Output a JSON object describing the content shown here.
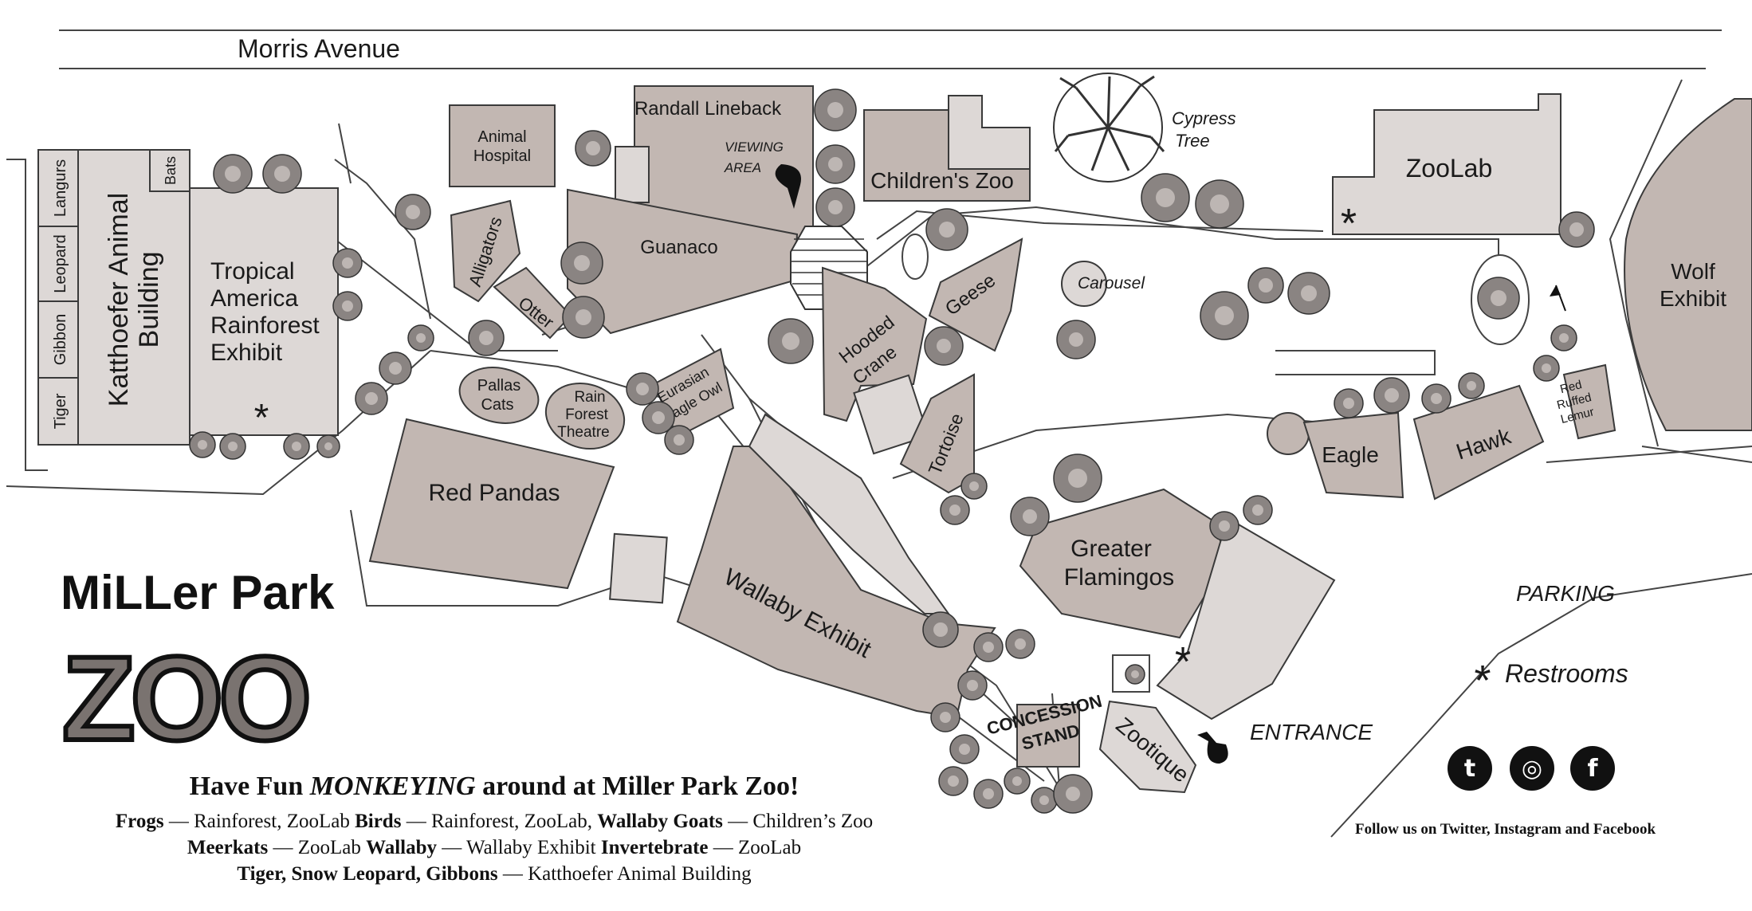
{
  "street": "Morris Avenue",
  "exhibits": {
    "langurs": "Langurs",
    "leopard": "Leopard",
    "gibbon": "Gibbon",
    "tiger": "Tiger",
    "bats": "Bats",
    "katthoefer": [
      "Katthoefer Animal",
      "Building"
    ],
    "tropical": [
      "Tropical",
      "America",
      "Rainforest",
      "Exhibit"
    ],
    "animal_hospital": [
      "Animal",
      "Hospital"
    ],
    "alligators": "Alligators",
    "otter": "Otter",
    "randall": "Randall Lineback",
    "viewing_area": [
      "VIEWING",
      "AREA"
    ],
    "guanaco": "Guanaco",
    "childrens_zoo": "Children's Zoo",
    "cypress_tree": [
      "Cypress",
      "Tree"
    ],
    "zoolab": "ZooLab",
    "carousel": "Carousel",
    "geese": "Geese",
    "hooded_crane": [
      "Hooded",
      "Crane"
    ],
    "tortoise": "Tortoise",
    "pallas_cats": [
      "Pallas",
      "Cats"
    ],
    "rain_forest_theatre": [
      "Rain",
      "Forest",
      "Theatre"
    ],
    "eurasian_eagle_owl": [
      "Eurasian",
      "Eagle Owl"
    ],
    "red_pandas": "Red Pandas",
    "wallaby_exhibit": "Wallaby Exhibit",
    "wolf_exhibit": [
      "Wolf",
      "Exhibit"
    ],
    "red_ruffed_lemur": [
      "Red",
      "Ruffed",
      "Lemur"
    ],
    "eagle": "Eagle",
    "hawk": "Hawk",
    "greater_flamingos": [
      "Greater",
      "Flamingos"
    ],
    "concession_stand": [
      "CONCESSION",
      "STAND"
    ],
    "zootique": "Zootique",
    "entrance": "ENTRANCE",
    "parking": "PARKING",
    "restrooms_legend": "Restrooms"
  },
  "logo": {
    "line1": "MiLLer Park",
    "line2": "ZOO"
  },
  "footer": {
    "headline_pre": "Have Fun ",
    "headline_em": "MONKEYING",
    "headline_post": " around at Miller Park Zoo!",
    "line1": [
      {
        "b": "Frogs",
        "t": " — Rainforest, ZooLab  "
      },
      {
        "b": "Birds",
        "t": " — Rainforest, ZooLab, "
      },
      {
        "b": "Wallaby Goats",
        "t": " — Children’s Zoo"
      }
    ],
    "line2": [
      {
        "b": "Meerkats",
        "t": " — ZooLab  "
      },
      {
        "b": "Wallaby",
        "t": " — Wallaby Exhibit  "
      },
      {
        "b": "Invertebrate",
        "t": " — ZooLab"
      }
    ],
    "line3": [
      {
        "b": "Tiger, Snow Leopard, Gibbons",
        "t": " — Katthoefer Animal Building"
      }
    ]
  },
  "social": {
    "twitter_glyph": "t",
    "instagram_glyph": "◎",
    "facebook_glyph": "f",
    "follow_text": "Follow us on Twitter, Instagram and Facebook"
  },
  "colors": {
    "exhibit_fill": "#c2b7b2",
    "light_fill": "#ddd8d6",
    "ink": "#1a1a1a"
  }
}
